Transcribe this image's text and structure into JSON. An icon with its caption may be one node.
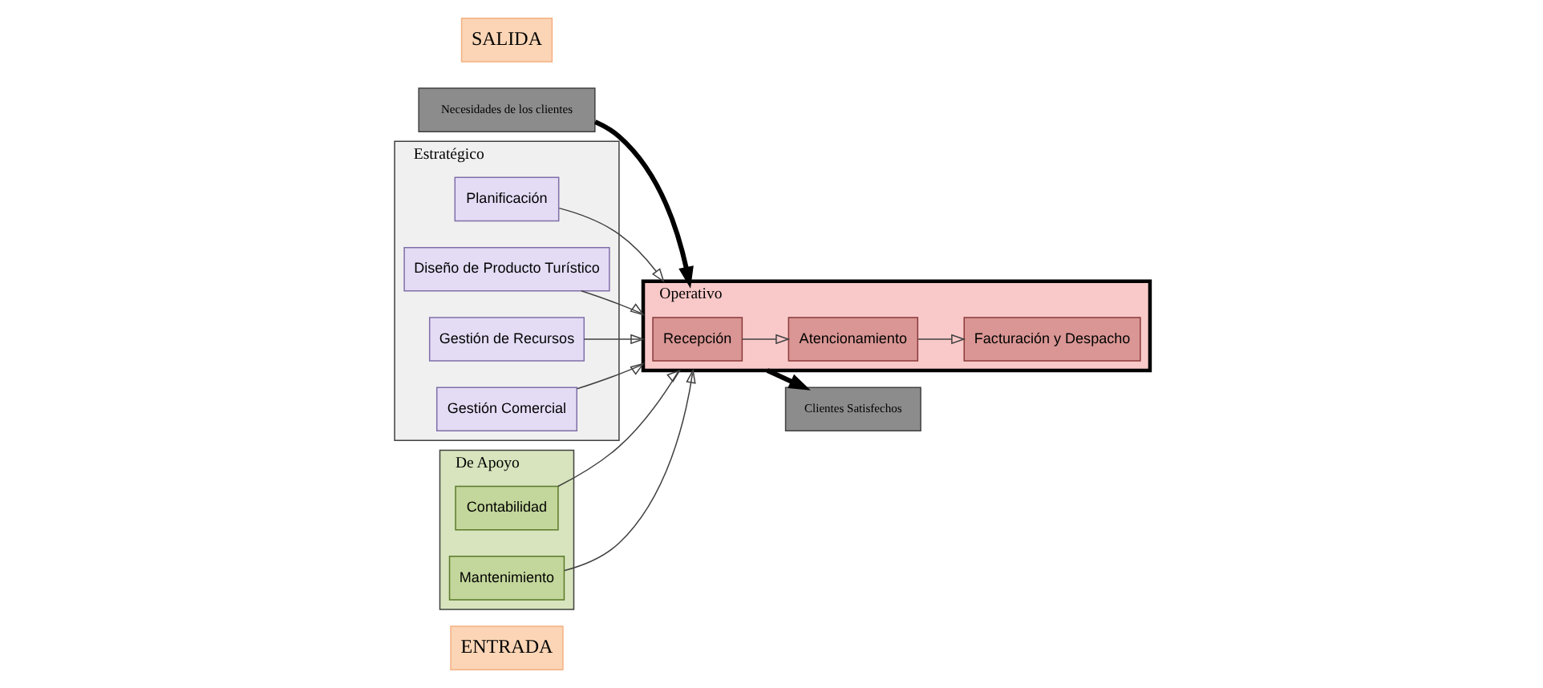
{
  "diagram": {
    "nodes": [
      {
        "text": [
          "ENTRADA"
        ]
      },
      {
        "text": [
          "Necesidades de los clientes"
        ]
      },
      {
        "text": [
          "Estratégico"
        ]
      },
      {
        "text": [
          "Planificación"
        ],
        "in": 2
      },
      {
        "text": [
          "Diseño de Producto Turístico"
        ],
        "in": 2
      },
      {
        "text": [
          "Gestión de Recursos"
        ],
        "in": 2
      },
      {
        "text": [
          "Gestión Comercial"
        ],
        "in": 2
      },
      {
        "text": [
          "Operativo"
        ]
      },
      {
        "text": [
          "Recepción"
        ],
        "in": 7
      },
      {
        "text": [
          "Atencionamiento"
        ],
        "in": 7
      },
      {
        "text": [
          "Facturación y Despacho"
        ],
        "in": 7
      },
      {
        "text": [
          "De Apoyo"
        ]
      },
      {
        "text": [
          "Contabilidad"
        ],
        "in": 11
      },
      {
        "text": [
          "Mantenimiento"
        ],
        "in": 11
      },
      {
        "text": [
          "Clientes Satisfechos"
        ]
      },
      {
        "text": [
          "SALIDA"
        ]
      }
    ],
    "edges": [
      {
        "from": 1,
        "to": 7,
        "arrow": "to",
        "style": "thick"
      },
      {
        "from": 3,
        "to": 7,
        "arrow": "to"
      },
      {
        "from": 4,
        "to": 7,
        "arrow": "to"
      },
      {
        "from": 5,
        "to": 7,
        "arrow": "to"
      },
      {
        "from": 6,
        "to": 7,
        "arrow": "to"
      },
      {
        "from": 8,
        "to": 9,
        "arrow": "to"
      },
      {
        "from": 9,
        "to": 10,
        "arrow": "to"
      },
      {
        "from": 12,
        "to": 7,
        "arrow": "to"
      },
      {
        "from": 13,
        "to": 7,
        "arrow": "to"
      },
      {
        "from": 7,
        "to": 14,
        "arrow": "to",
        "style": "thick"
      }
    ]
  }
}
